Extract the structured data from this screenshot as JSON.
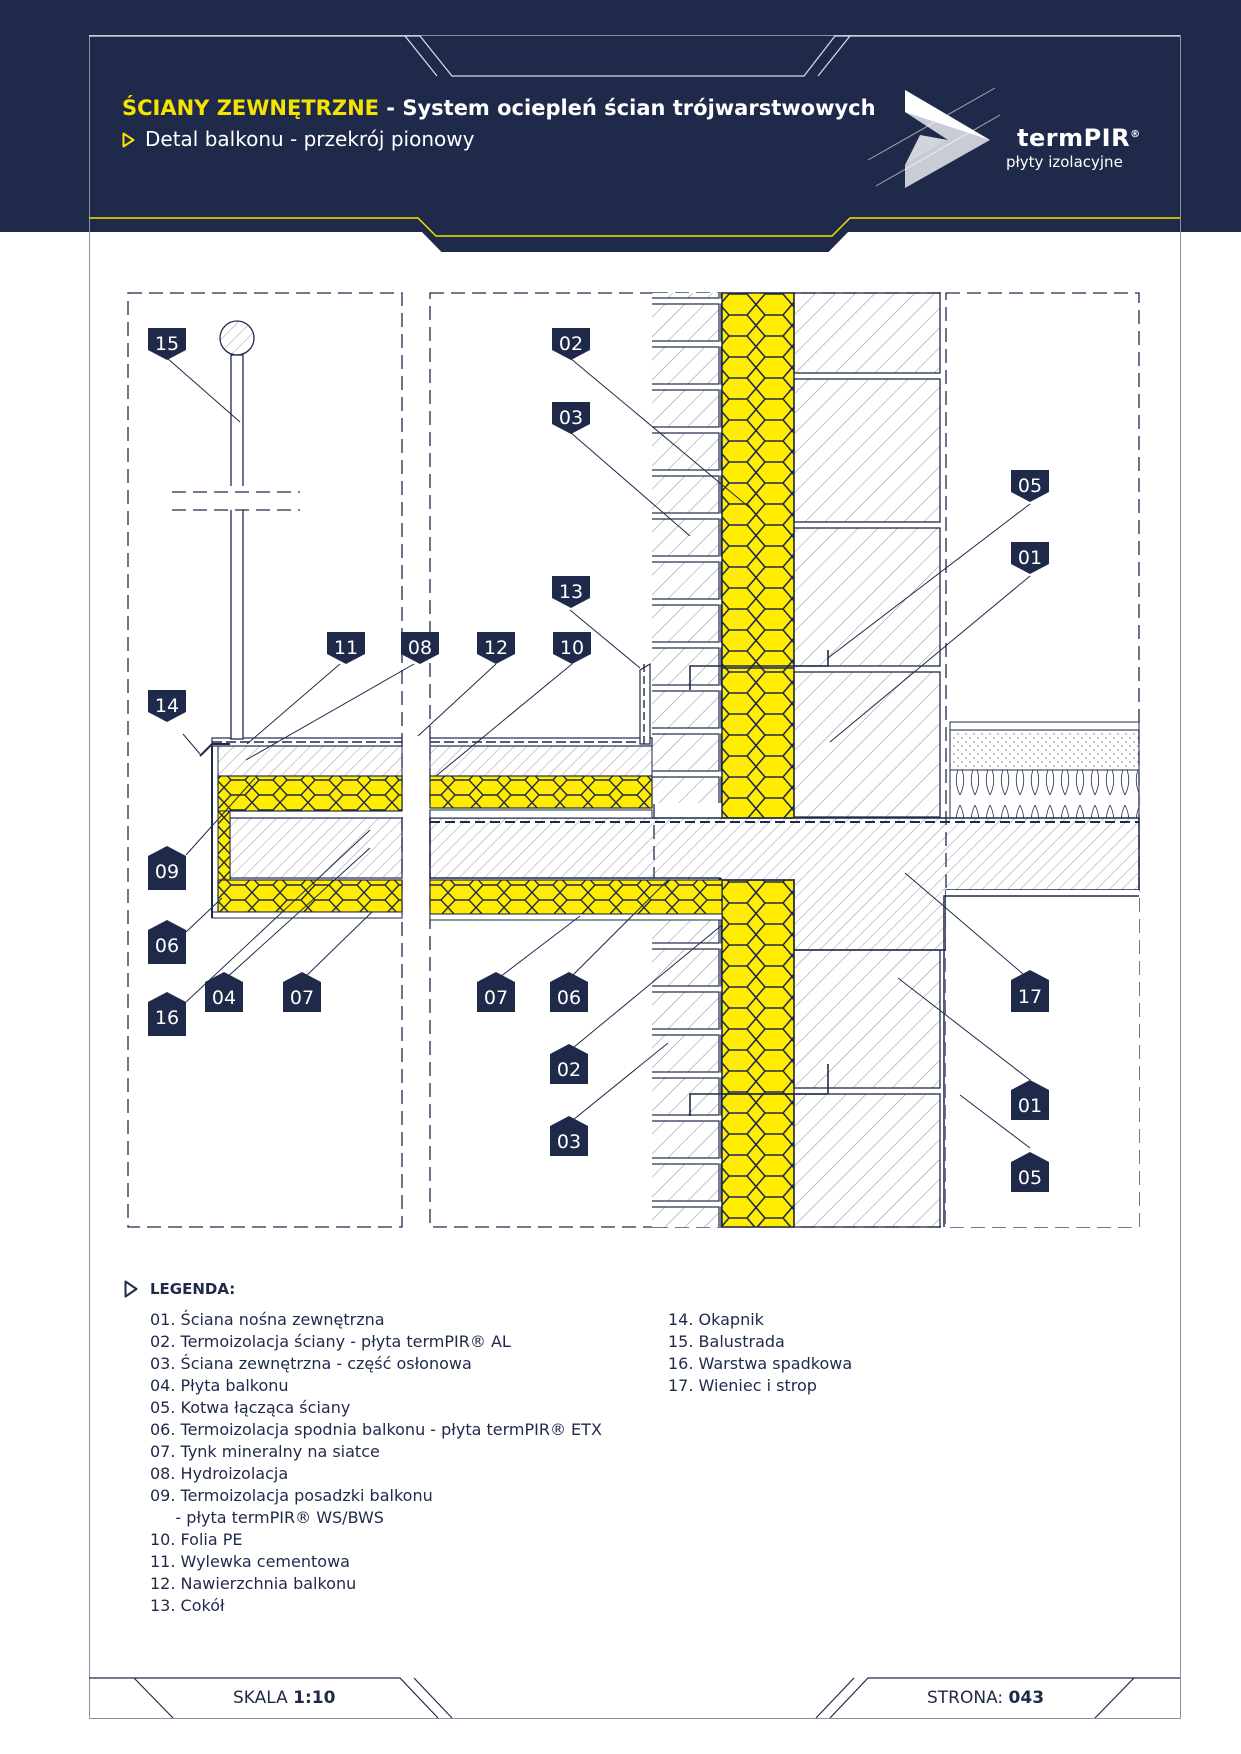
{
  "header": {
    "title_accent": "ŚCIANY ZEWNĘTRZNE",
    "title_rest": " - System ociepleń ścian trójwarstwowych",
    "subtitle": "Detal balkonu - przekrój pionowy",
    "logo_icon": "play-arrow-icon",
    "logo_name": "termPIR",
    "logo_mark": "®",
    "logo_tagline": "płyty izolacyjne"
  },
  "colors": {
    "navy": "#1f2a4a",
    "accent_yellow": "#f5e400",
    "insulation_yellow": "#ffec00"
  },
  "callouts": {
    "c15": "15",
    "c14": "14",
    "c11": "11",
    "c08": "08",
    "c12": "12",
    "c10": "10",
    "c13": "13",
    "c02a": "02",
    "c03a": "03",
    "c05a": "05",
    "c01a": "01",
    "c09": "09",
    "c06a": "06",
    "c16": "16",
    "c04": "04",
    "c07a": "07",
    "c07b": "07",
    "c06b": "06",
    "c02b": "02",
    "c03b": "03",
    "c17": "17",
    "c01b": "01",
    "c05b": "05"
  },
  "legend": {
    "title": "LEGENDA:",
    "items_left": [
      "01. Ściana nośna zewnętrzna",
      "02. Termoizolacja ściany - płyta termPIR® AL",
      "03. Ściana zewnętrzna - część osłonowa",
      "04. Płyta balkonu",
      "05. Kotwa łącząca ściany",
      "06. Termoizolacja spodnia balkonu - płyta termPIR® ETX",
      "07. Tynk mineralny na siatce",
      "08. Hydroizolacja",
      "09. Termoizolacja posadzki balkonu",
      "     - płyta termPIR® WS/BWS",
      "10. Folia PE",
      "11. Wylewka cementowa",
      "12. Nawierzchnia balkonu",
      "13. Cokół"
    ],
    "items_right": [
      "14. Okapnik",
      "15. Balustrada",
      "16. Warstwa spadkowa",
      "17. Wieniec i strop"
    ]
  },
  "footer": {
    "scale_label": "SKALA ",
    "scale_value": "1:10",
    "page_label": "STRONA: ",
    "page_value": "043"
  }
}
